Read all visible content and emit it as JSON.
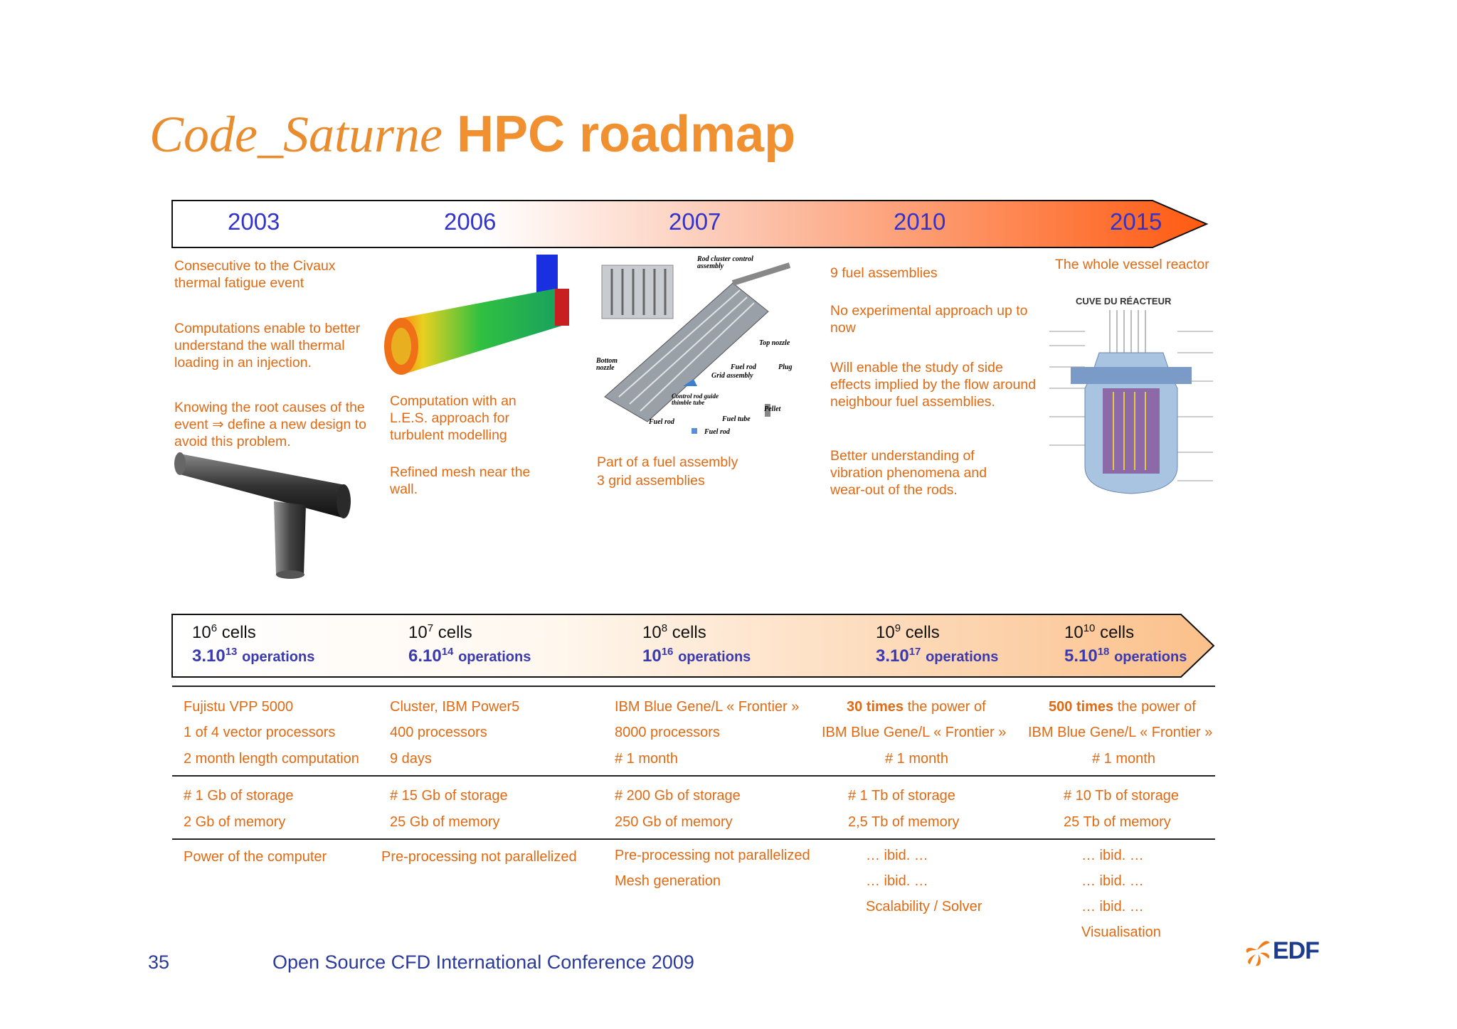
{
  "title": {
    "italic": "Code_Saturne",
    "bold": "HPC roadmap"
  },
  "years": [
    "2003",
    "2006",
    "2007",
    "2010",
    "2015"
  ],
  "col2003": {
    "p1": "Consecutive to the Civaux thermal fatigue event",
    "p2": "Computations enable to better understand the wall thermal loading in an injection.",
    "p3": "Knowing the root causes of the event ⇒ define a new design to avoid this problem."
  },
  "col2006": {
    "p1": "Computation with an L.E.S. approach for turbulent modelling",
    "p2": "Refined mesh near the wall."
  },
  "col2007": {
    "p1": "Part of a fuel assembly",
    "p2": "3 grid assemblies",
    "labels": [
      "Rod cluster control assembly",
      "Top nozzle",
      "Bottom nozzle",
      "Fuel rod",
      "Plug",
      "Grid assembly",
      "Control rod guide thimble tube",
      "Pellet",
      "Fuel rod",
      "Fuel tube",
      "Fuel rod"
    ]
  },
  "col2010": {
    "p1": "9 fuel assemblies",
    "p2": "No experimental approach up to now",
    "p3": "Will enable the study of side effects implied by the flow around neighbour fuel assemblies.",
    "p4": "Better understanding of vibration phenomena and wear-out of the rods."
  },
  "col2015": {
    "p1": "The whole vessel reactor",
    "reactor_title": "CUVE DU RÉACTEUR"
  },
  "cells": [
    {
      "base": "10",
      "exp": "6",
      "label": "cells",
      "op_base": "3.10",
      "op_exp": "13",
      "op_label": "operations"
    },
    {
      "base": "10",
      "exp": "7",
      "label": "cells",
      "op_base": "6.10",
      "op_exp": "14",
      "op_label": "operations"
    },
    {
      "base": "10",
      "exp": "8",
      "label": "cells",
      "op_base": "10",
      "op_exp": "16",
      "op_label": "operations"
    },
    {
      "base": "10",
      "exp": "9",
      "label": "cells",
      "op_base": "3.10",
      "op_exp": "17",
      "op_label": "operations"
    },
    {
      "base": "10",
      "exp": "10",
      "label": "cells",
      "op_base": "5.10",
      "op_exp": "18",
      "op_label": "operations"
    }
  ],
  "machines": [
    [
      "Fujistu VPP 5000",
      "1 of 4  vector processors",
      "2 month length computation"
    ],
    [
      "Cluster, IBM Power5",
      "400 processors",
      "9 days"
    ],
    [
      "IBM Blue Gene/L « Frontier »",
      "8000 processors",
      "# 1 month"
    ],
    [
      "the power of",
      "IBM Blue Gene/L « Frontier »",
      "# 1 month"
    ],
    [
      "the power of",
      "IBM Blue Gene/L « Frontier »",
      "# 1 month"
    ]
  ],
  "machine_bold": [
    "",
    "",
    "",
    "30 times",
    "500 times"
  ],
  "storage": [
    [
      "# 1 Gb of storage",
      "2 Gb of memory"
    ],
    [
      "# 15 Gb of storage",
      "25 Gb of memory"
    ],
    [
      "# 200 Gb of storage",
      "250 Gb of memory"
    ],
    [
      "# 1 Tb of storage",
      "2,5 Tb of memory"
    ],
    [
      "# 10 Tb of storage",
      "25 Tb of memory"
    ]
  ],
  "bottlenecks": [
    [
      "Power of the computer"
    ],
    [
      "Pre-processing not parallelized"
    ],
    [
      "Pre-processing not parallelized",
      "Mesh generation"
    ],
    [
      "… ibid. …",
      "… ibid. …",
      "Scalability / Solver"
    ],
    [
      "… ibid. …",
      "… ibid. …",
      "… ibid. …",
      "Visualisation"
    ]
  ],
  "footer": {
    "page": "35",
    "conference": "Open Source CFD International Conference 2009",
    "logo": "EDF"
  },
  "colors": {
    "accent_orange": "#f09030",
    "year_blue": "#3333cc",
    "text_orange": "#e06a14",
    "footer_blue": "#2b3a9a"
  }
}
